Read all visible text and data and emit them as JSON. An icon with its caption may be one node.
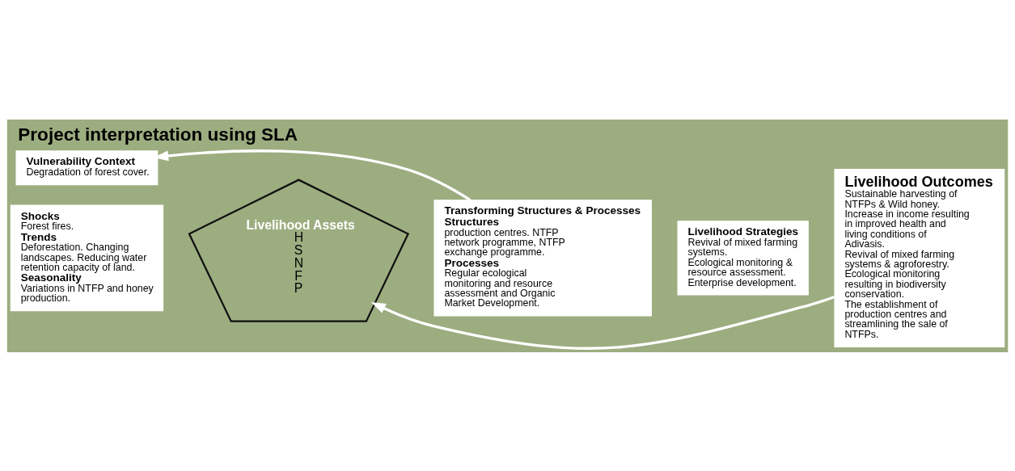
{
  "diagram": {
    "title": "Project interpretation using SLA",
    "nodes": [
      {
        "text": [
          "Vulnerability Context",
          "Degradation of forest cover."
        ]
      },
      {
        "text": [
          "Shocks",
          "Forest fires.",
          "Trends",
          "Deforestation. Changing landscapes. Reducing water retention capacity of land.",
          "Seasonality",
          "Variations in NTFP and honey production."
        ]
      },
      {
        "text": [
          "Livelihood Assets",
          "H",
          "S",
          "N",
          "F",
          "P"
        ]
      },
      {
        "text": [
          "Transforming Structures & Processes",
          "Structures",
          "production centres. NTFP network programme, NTFP exchange programme.",
          "Processes",
          "Regular ecological monitoring and resource assessment and Organic Market Development."
        ]
      },
      {
        "text": [
          "Livelihood Strategies",
          "Revival of mixed farming systems.",
          "Ecological monitoring & resource assessment.",
          "Enterprise development."
        ]
      },
      {
        "text": [
          "Livelihood Outcomes",
          "Sustainable harvesting of NTFPs & Wild honey.",
          "Increase in income resulting in improved health and living conditions of Adivasis.",
          "Revival of mixed farming systems & agroforestry.",
          "Ecological monitoring resulting in biodiversity conservation.",
          "The establishment of production centres and streamlining the sale of NTFPs."
        ]
      }
    ],
    "edges": [
      {
        "from": 3,
        "to": 0,
        "arrow": "to"
      },
      {
        "from": 5,
        "to": 2,
        "arrow": "to"
      }
    ]
  }
}
